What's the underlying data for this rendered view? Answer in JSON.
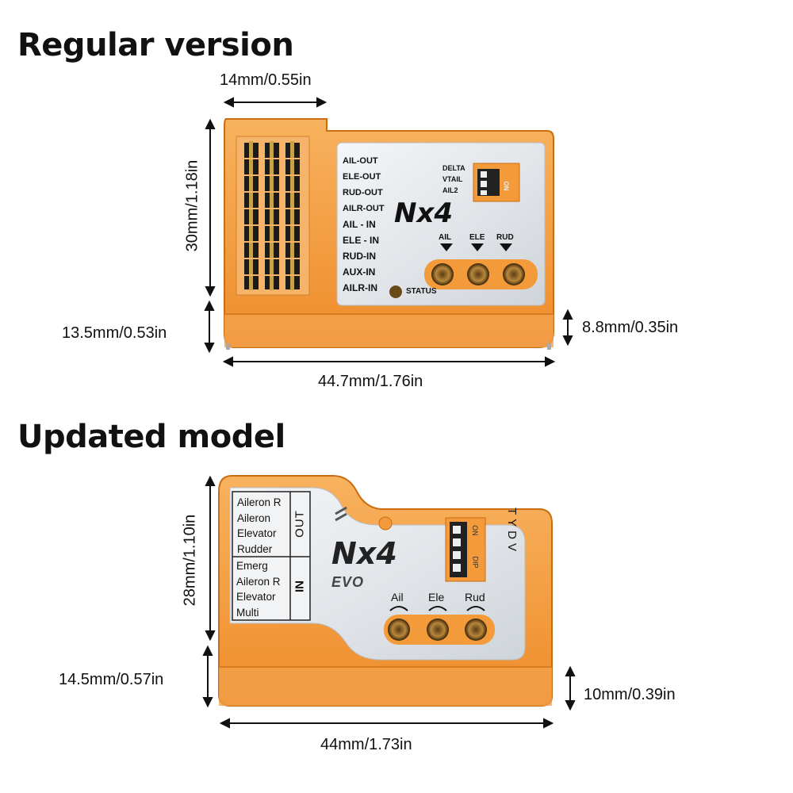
{
  "sections": {
    "regular": {
      "title": "Regular version",
      "dims": {
        "width_top": "14mm/0.55in",
        "height_left": "30mm/1.18in",
        "depth_left": "13.5mm/0.53in",
        "depth_right": "8.8mm/0.35in",
        "length_bottom": "44.7mm/1.76in"
      },
      "device": {
        "model": "Nx4",
        "pin_labels": [
          "AIL-OUT",
          "ELE-OUT",
          "RUD-OUT",
          "AILR-OUT",
          "AIL - IN",
          "ELE - IN",
          "RUD-IN",
          "AUX-IN",
          "AILR-IN"
        ],
        "switch_labels": [
          "DELTA",
          "VTAIL",
          "AIL2"
        ],
        "switch_on": "ON",
        "pot_labels": [
          "AIL",
          "ELE",
          "RUD"
        ],
        "status": "STATUS"
      }
    },
    "updated": {
      "title": "Updated model",
      "dims": {
        "height_left": "28mm/1.10in",
        "depth_left": "14.5mm/0.57in",
        "depth_right": "10mm/0.39in",
        "length_bottom": "44mm/1.73in"
      },
      "device": {
        "model": "Nx4",
        "sub_model": "EVO",
        "out_labels": [
          "Aileron R",
          "Aileron",
          "Elevator",
          "Rudder"
        ],
        "in_labels": [
          "Emerg",
          "Aileron R",
          "Elevator",
          "Multi"
        ],
        "out_tag": "OUT",
        "in_tag": "IN",
        "switch_side": "TYDV",
        "switch_on": "ON",
        "switch_dip": "DIP",
        "pot_labels": [
          "Ail",
          "Ele",
          "Rud"
        ]
      }
    }
  },
  "colors": {
    "case_orange": "#f39a3a",
    "case_light": "#f7b466",
    "label_silver": "#e9ecef",
    "pin_black": "#1b1b1b",
    "pin_gold": "#c8a24a"
  }
}
